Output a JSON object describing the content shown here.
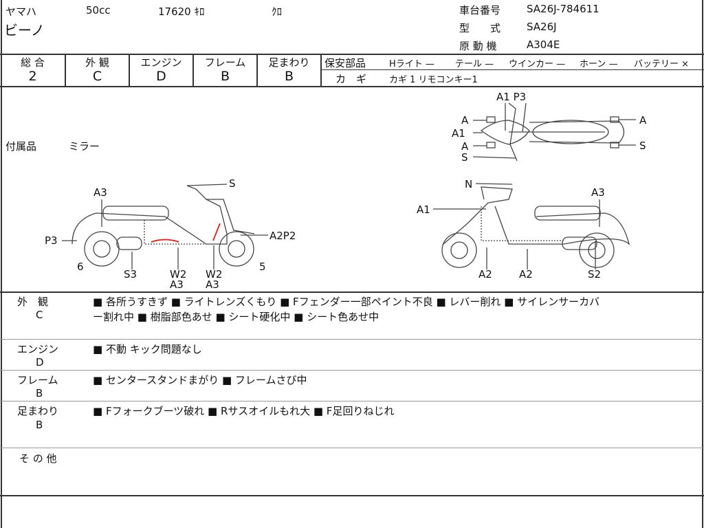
{
  "header": {
    "maker": "ヤマハ",
    "displacement": "50cc",
    "mileage": "17620 ｷﾛ",
    "color": "ｸﾛ",
    "model_name": "ビーノ",
    "frame_no_label": "車台番号",
    "frame_no": "SA26J-784611",
    "type_label": "型　　式",
    "type": "SA26J",
    "engine_label": "原 動 機",
    "engine": "A304E"
  },
  "grades": [
    {
      "label": "総 合",
      "value": "2"
    },
    {
      "label": "外 観",
      "value": "C"
    },
    {
      "label": "エンジン",
      "value": "D"
    },
    {
      "label": "フレーム",
      "value": "B"
    },
    {
      "label": "足まわり",
      "value": "B"
    }
  ],
  "safety": {
    "label": "保安部品",
    "items": [
      "Hライト —",
      "テール —",
      "ウインカー —",
      "ホーン —",
      "バッテリー ×"
    ],
    "key_label": "カ　ギ",
    "key_value": "カギ 1 リモコンキー1"
  },
  "accessories": {
    "label": "付属品",
    "value": "ミラー"
  },
  "diagram": {
    "labels": [
      "A1 P3",
      "A",
      "A1",
      "A",
      "S",
      "A",
      "S",
      "S",
      "A3",
      "P3",
      "A2P2",
      "6",
      "5",
      "S3",
      "W2",
      "A3",
      "W2",
      "A3",
      "N",
      "A3",
      "A1",
      "A2",
      "A2",
      "S2"
    ]
  },
  "sections": [
    {
      "label": "外　観",
      "grade": "C",
      "lines": [
        "■ 各所うすきず ■ ライトレンズくもり ■ Fフェンダー一部ペイント不良 ■ レバー削れ ■ サイレンサーカバ",
        "ー割れ中 ■ 樹脂部色あせ ■ シート硬化中 ■ シート色あせ中"
      ]
    },
    {
      "label": "エンジン",
      "grade": "D",
      "lines": [
        "■ 不動 キック問題なし"
      ]
    },
    {
      "label": "フレーム",
      "grade": "B",
      "lines": [
        "■ センタースタンドまがり ■ フレームさび中"
      ]
    },
    {
      "label": "足まわり",
      "grade": "B",
      "lines": [
        "■ Fフォークブーツ破れ ■ Rサスオイルもれ大 ■ F足回りねじれ"
      ]
    },
    {
      "label": "そ の 他",
      "grade": "",
      "lines": []
    }
  ]
}
